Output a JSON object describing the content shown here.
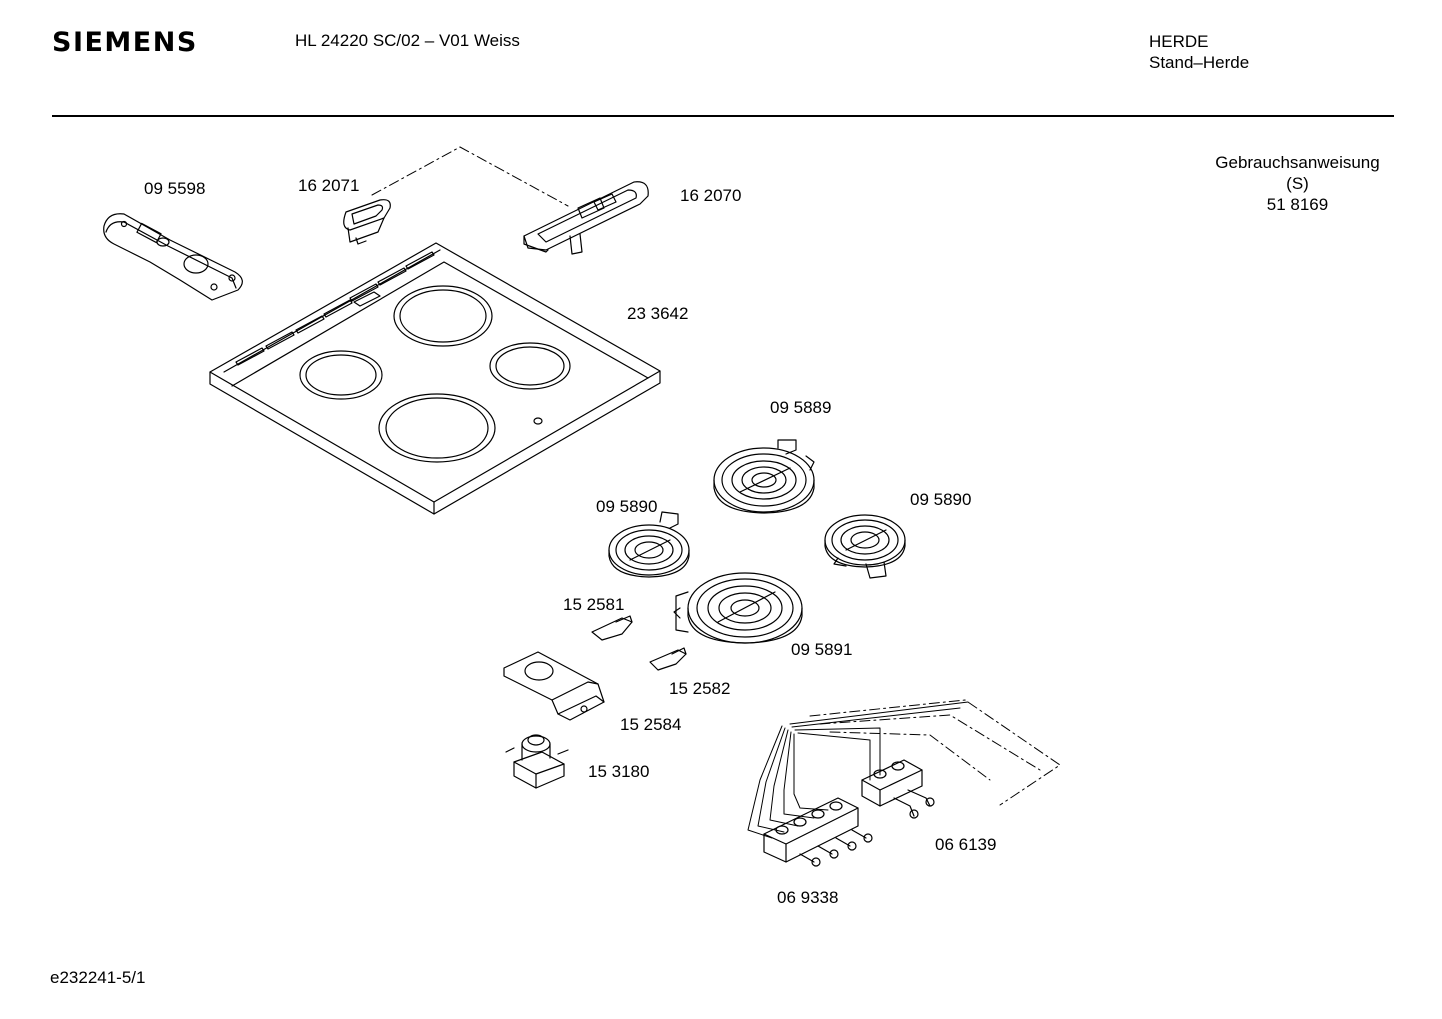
{
  "header": {
    "brand": "SIEMENS",
    "model": "HL 24220 SC/02 – V01 Weiss",
    "category_line1": "HERDE",
    "category_line2": "Stand–Herde"
  },
  "document": {
    "title": "Gebrauchsanweisung",
    "code": "(S)",
    "part_number": "51 8169"
  },
  "parts": [
    {
      "id": "p1",
      "label": "09 5598"
    },
    {
      "id": "p2",
      "label": "16 2071"
    },
    {
      "id": "p3",
      "label": "16 2070"
    },
    {
      "id": "p4",
      "label": "23 3642"
    },
    {
      "id": "p5",
      "label": "09 5889"
    },
    {
      "id": "p6",
      "label": "09 5890"
    },
    {
      "id": "p7",
      "label": "09 5890"
    },
    {
      "id": "p8",
      "label": "15 2581"
    },
    {
      "id": "p9",
      "label": "09 5891"
    },
    {
      "id": "p10",
      "label": "15 2582"
    },
    {
      "id": "p11",
      "label": "15 2584"
    },
    {
      "id": "p12",
      "label": "15 3180"
    },
    {
      "id": "p13",
      "label": "06 6139"
    },
    {
      "id": "p14",
      "label": "06 9338"
    }
  ],
  "footer": {
    "drawing_id": "e232241-5/1"
  }
}
